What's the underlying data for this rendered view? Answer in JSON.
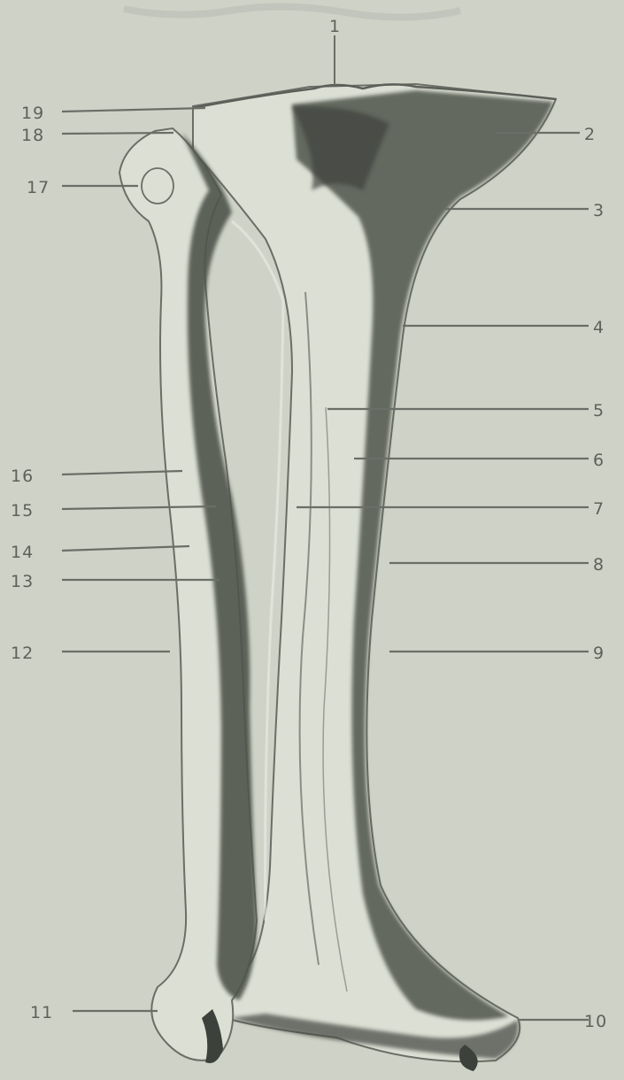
{
  "colors": {
    "top_bar": "#1fa32a",
    "paper": "#cfd3c7",
    "ink_dark": "#4c514a",
    "ink_line": "#6b6e66",
    "bone_light": "#dcdfd4"
  },
  "labels": {
    "l1": "1",
    "l2": "2",
    "l3": "3",
    "l4": "4",
    "l5": "5",
    "l6": "6",
    "l7": "7",
    "l8": "8",
    "l9": "9",
    "l10": "10",
    "l11": "11",
    "l12": "12",
    "l13": "13",
    "l14": "14",
    "l15": "15",
    "l16": "16",
    "l17": "17",
    "l18": "18",
    "l19": "19"
  }
}
